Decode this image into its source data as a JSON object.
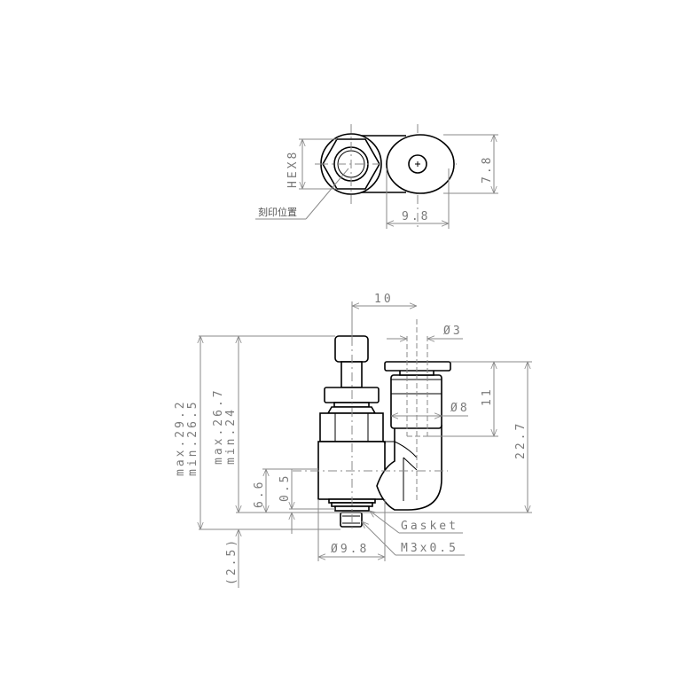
{
  "drawing": {
    "title": "Speed controller elbow fitting dimension drawing",
    "top_view": {
      "hex_label": "HEX8",
      "height_label": "7.8",
      "width_label": "9.8",
      "marking_label": "刻印位置"
    },
    "front_view": {
      "offset_label": "10",
      "tube_id_label": "Ø3",
      "tube_od_label": "Ø8",
      "fitting_length_label": "11",
      "total_height_label": "22.7",
      "max_min_outer": [
        "max.29.2",
        "min.26.5"
      ],
      "max_min_inner": [
        "max.26.7",
        "min.24"
      ],
      "height_66_label": "6.6",
      "height_05_label": "0.5",
      "thread_length_label": "(2.5)",
      "body_dia_label": "Ø9.8",
      "gasket_label": "Gasket",
      "thread_label": "M3x0.5"
    },
    "colors": {
      "line": "#000000",
      "dimension": "#8a8a8a",
      "text": "#7a7a7a"
    }
  }
}
